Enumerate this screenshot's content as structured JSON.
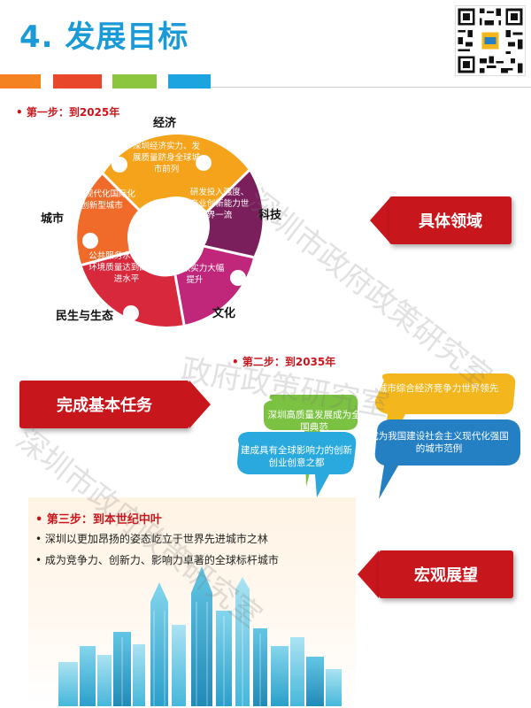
{
  "header": {
    "title": "4. 发展目标"
  },
  "colors": {
    "title_blue": "#1a9ad6",
    "accent_red": "#c8161d",
    "bar_orange": "#f58220",
    "bar_red": "#e8472b",
    "bar_green": "#8cc63f",
    "bar_blue": "#1ba4e0"
  },
  "step1": {
    "label": "• 第一步：到2025年",
    "wheel": {
      "economy": {
        "name": "经济",
        "text": "深圳经济实力、发展质量跻身全球城市前列",
        "color": "#f5a31a"
      },
      "technology": {
        "name": "科技",
        "text": "研发投入强度、产业创新能力世界一流",
        "color": "#7a1f5c"
      },
      "culture": {
        "name": "文化",
        "text": "文化软实力大幅提升",
        "color": "#c0267a"
      },
      "livelihood": {
        "name": "民生与生态",
        "text": "公共服务水平和生态环境质量达到国际先进水平",
        "color": "#d8283c"
      },
      "city": {
        "name": "城市",
        "text": "建成现代化国际化创新型城市",
        "color": "#f06a2a"
      }
    }
  },
  "callouts": {
    "specific_fields": "具体领域",
    "basic_tasks": "完成基本任务",
    "macro_outlook": "宏观展望"
  },
  "step2": {
    "label": "• 第二步：到2035年",
    "bubbles": [
      {
        "text": "深圳高质量发展成为全国典范",
        "color": "#7cc242"
      },
      {
        "text": "城市综合经济竞争力世界领先",
        "color": "#f3b71d"
      },
      {
        "text": "建成具有全球影响力的创新创业创意之都",
        "color": "#2aa9df"
      },
      {
        "text": "成为我国建设社会主义现代化强国的城市范例",
        "color": "#2580c3"
      }
    ]
  },
  "step3": {
    "label": "• 第三步：到本世纪中叶",
    "items": [
      "• 深圳以更加昂扬的姿态屹立于世界先进城市之林",
      "• 成为竞争力、创新力、影响力卓著的全球标杆城市"
    ]
  },
  "watermark": {
    "line1": "深圳市政府政策研究室",
    "line2": "政府政策研究室",
    "line3": "深圳市政府政策研究室"
  },
  "icons": {
    "qr": "qr-code-icon",
    "skyline": "city-skyline-icon"
  }
}
